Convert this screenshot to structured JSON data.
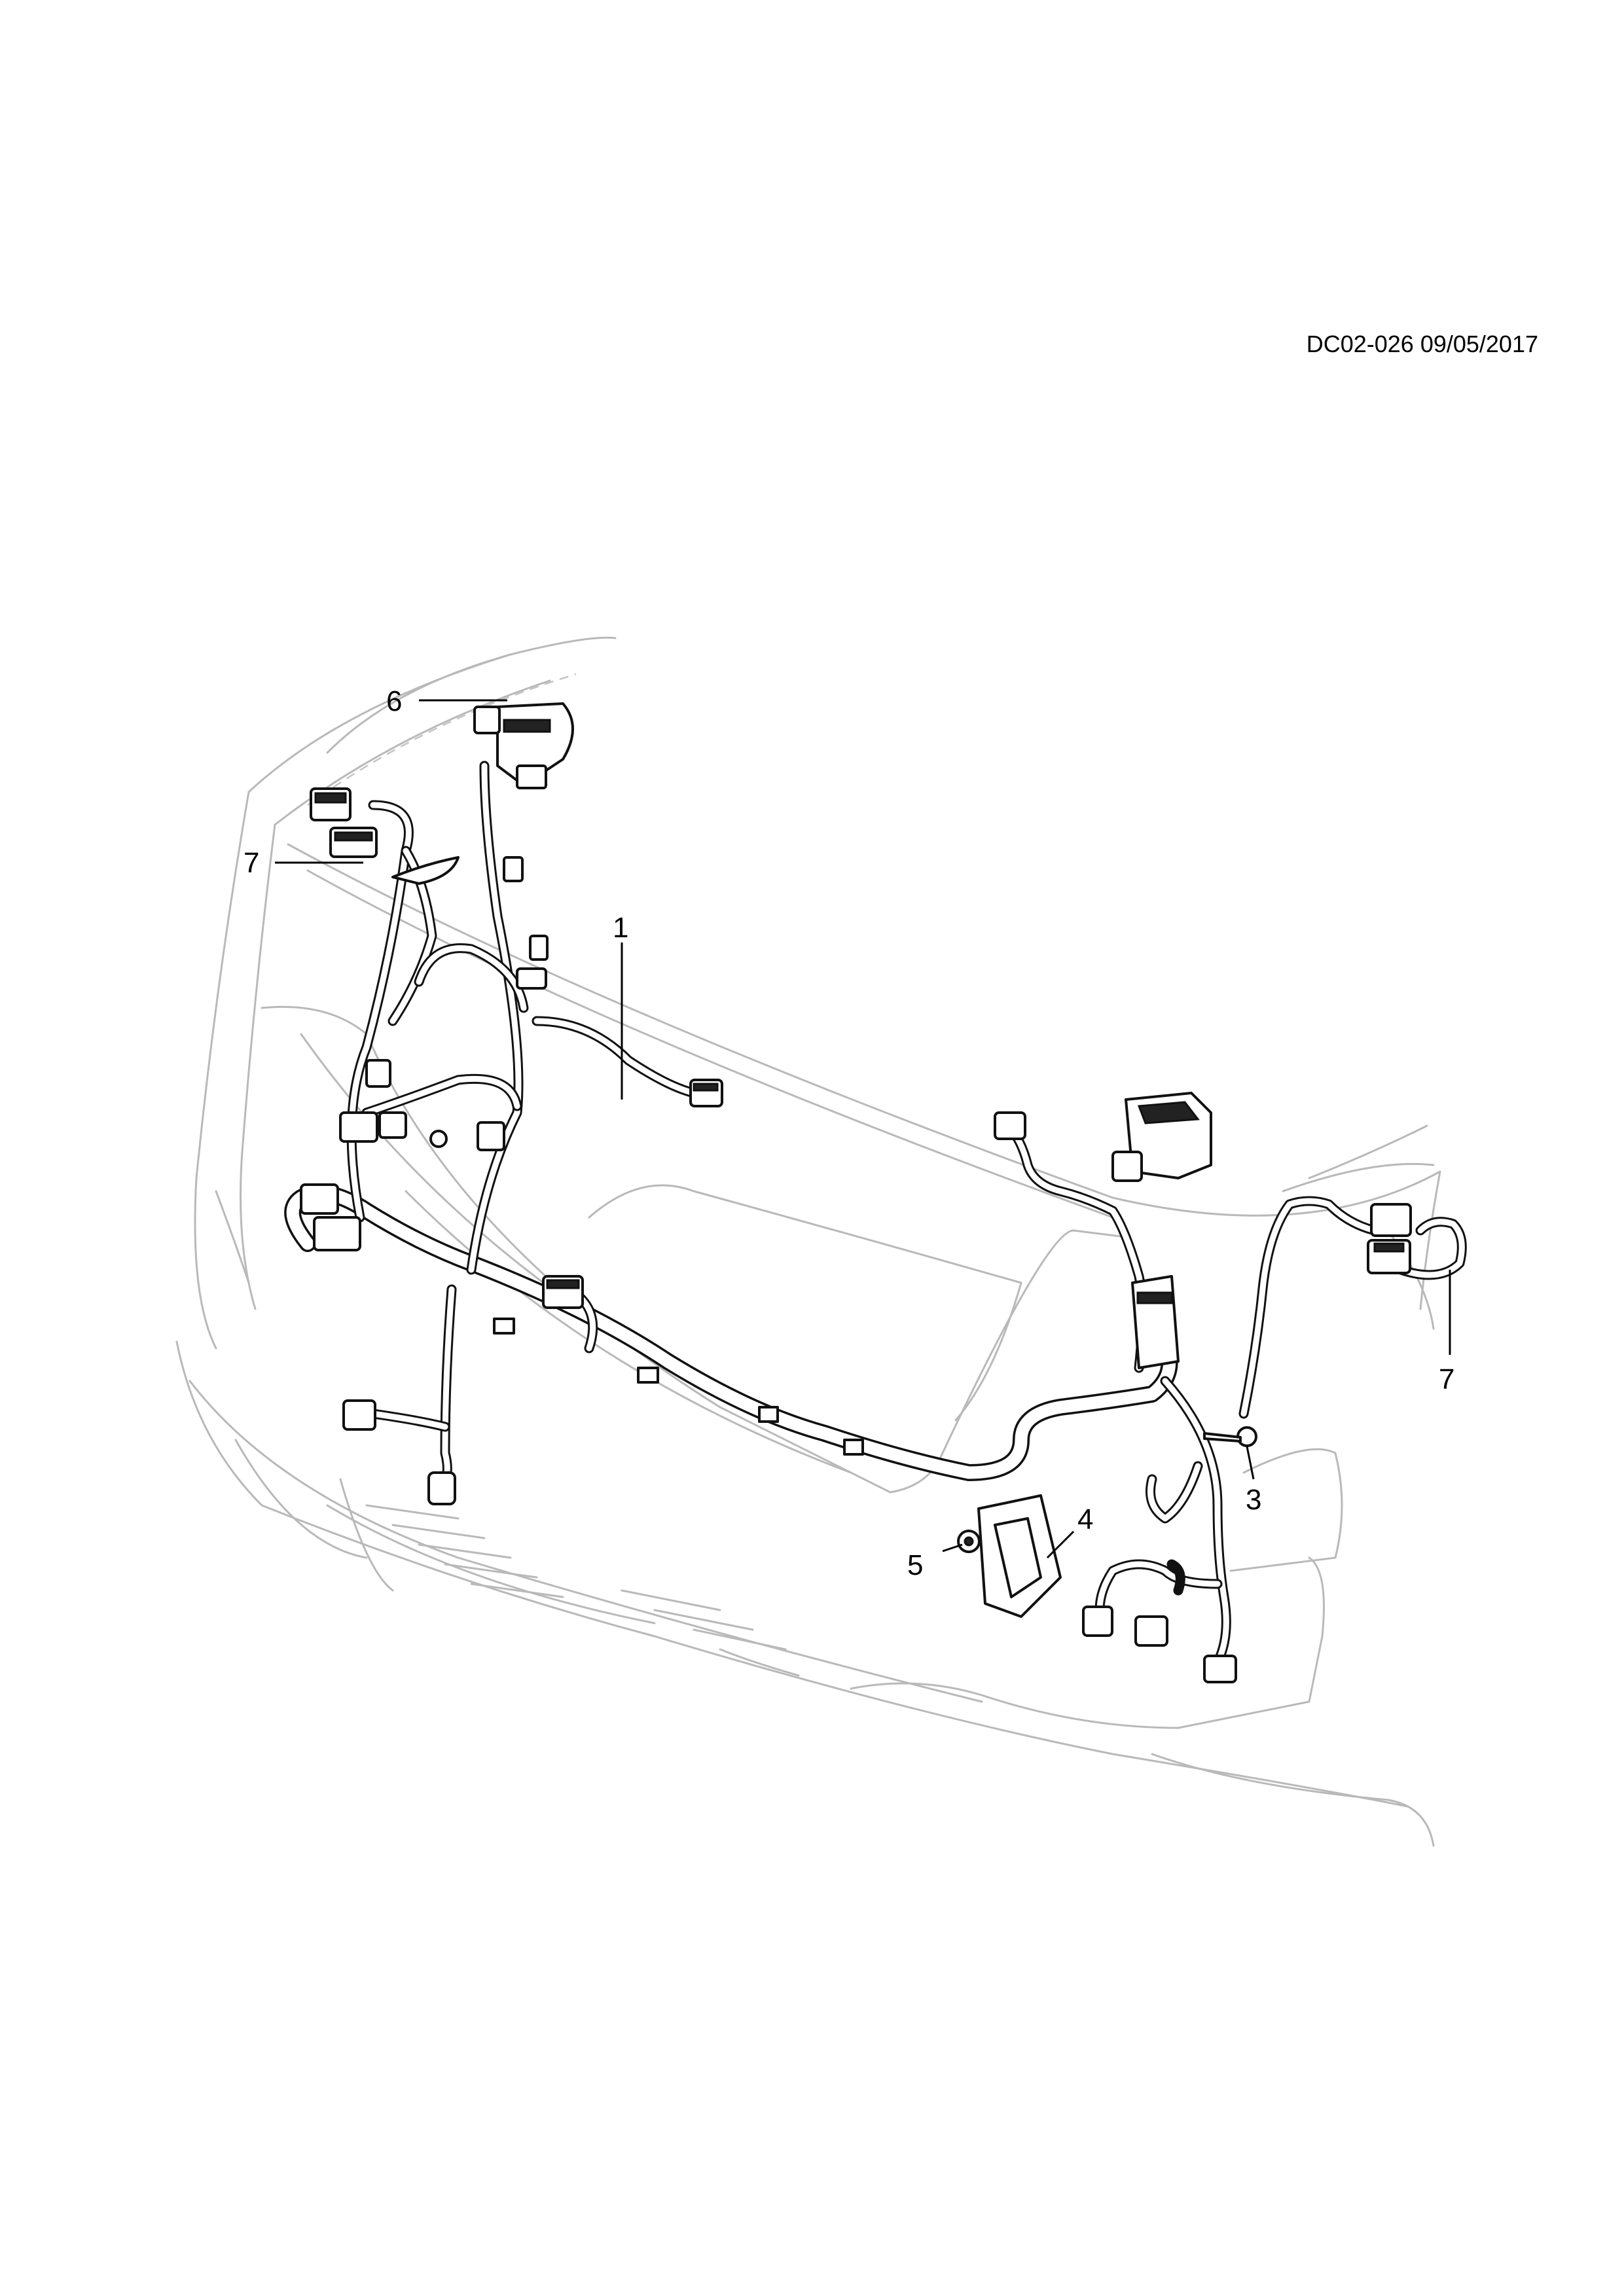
{
  "document": {
    "reference_code": "DC02-026 09/05/2017"
  },
  "callouts": [
    {
      "id": "c1",
      "label": "1"
    },
    {
      "id": "c3",
      "label": "3"
    },
    {
      "id": "c4",
      "label": "4"
    },
    {
      "id": "c5",
      "label": "5"
    },
    {
      "id": "c6",
      "label": "6"
    },
    {
      "id": "c7a",
      "label": "7"
    },
    {
      "id": "c7b",
      "label": "7"
    }
  ],
  "colors": {
    "line": "#111111",
    "ghost_outline": "#b9b9b9",
    "background": "#ffffff"
  }
}
